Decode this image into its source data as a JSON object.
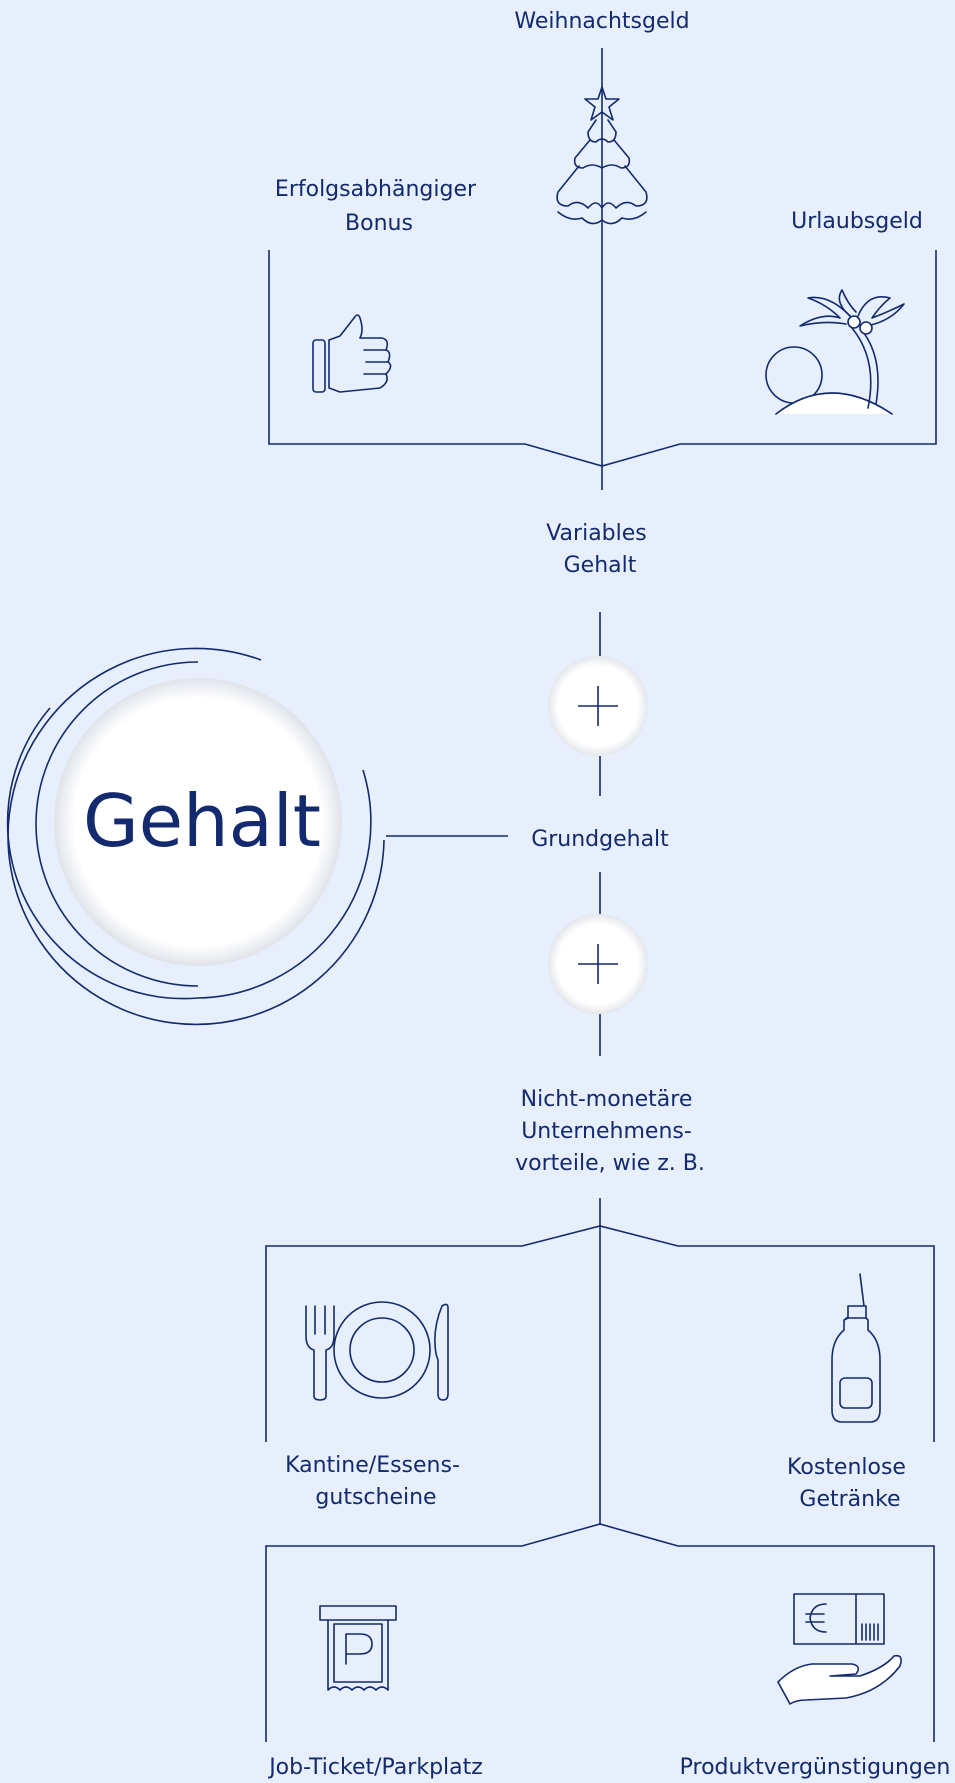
{
  "center": {
    "title": "Gehalt",
    "base": "Grundgehalt"
  },
  "variable": {
    "heading": [
      "Variables",
      "Gehalt"
    ],
    "christmas": "Weihnachtsgeld",
    "bonus": [
      "Erfolgsabhängiger",
      "Bonus"
    ],
    "holiday": "Urlaubsgeld"
  },
  "benefits": {
    "heading": [
      "Nicht-monetäre",
      "Unternehmens-",
      "vorteile, wie z. B."
    ],
    "canteen": [
      "Kantine/Essens-",
      "gutscheine"
    ],
    "drinks": [
      "Kostenlose",
      "Getränke"
    ],
    "ticket": "Job-Ticket/Parkplatz",
    "discounts": "Produktvergünstigungen"
  },
  "icons": {
    "christmas": "christmas-tree-icon",
    "bonus": "thumbs-up-icon",
    "holiday": "palm-island-icon",
    "canteen": "plate-cutlery-icon",
    "drinks": "bottle-icon",
    "ticket": "parking-ticket-icon",
    "discounts": "hand-money-icon"
  },
  "colors": {
    "background": "#e6effb",
    "ink": "#142a6e",
    "circle": "#ffffff"
  }
}
